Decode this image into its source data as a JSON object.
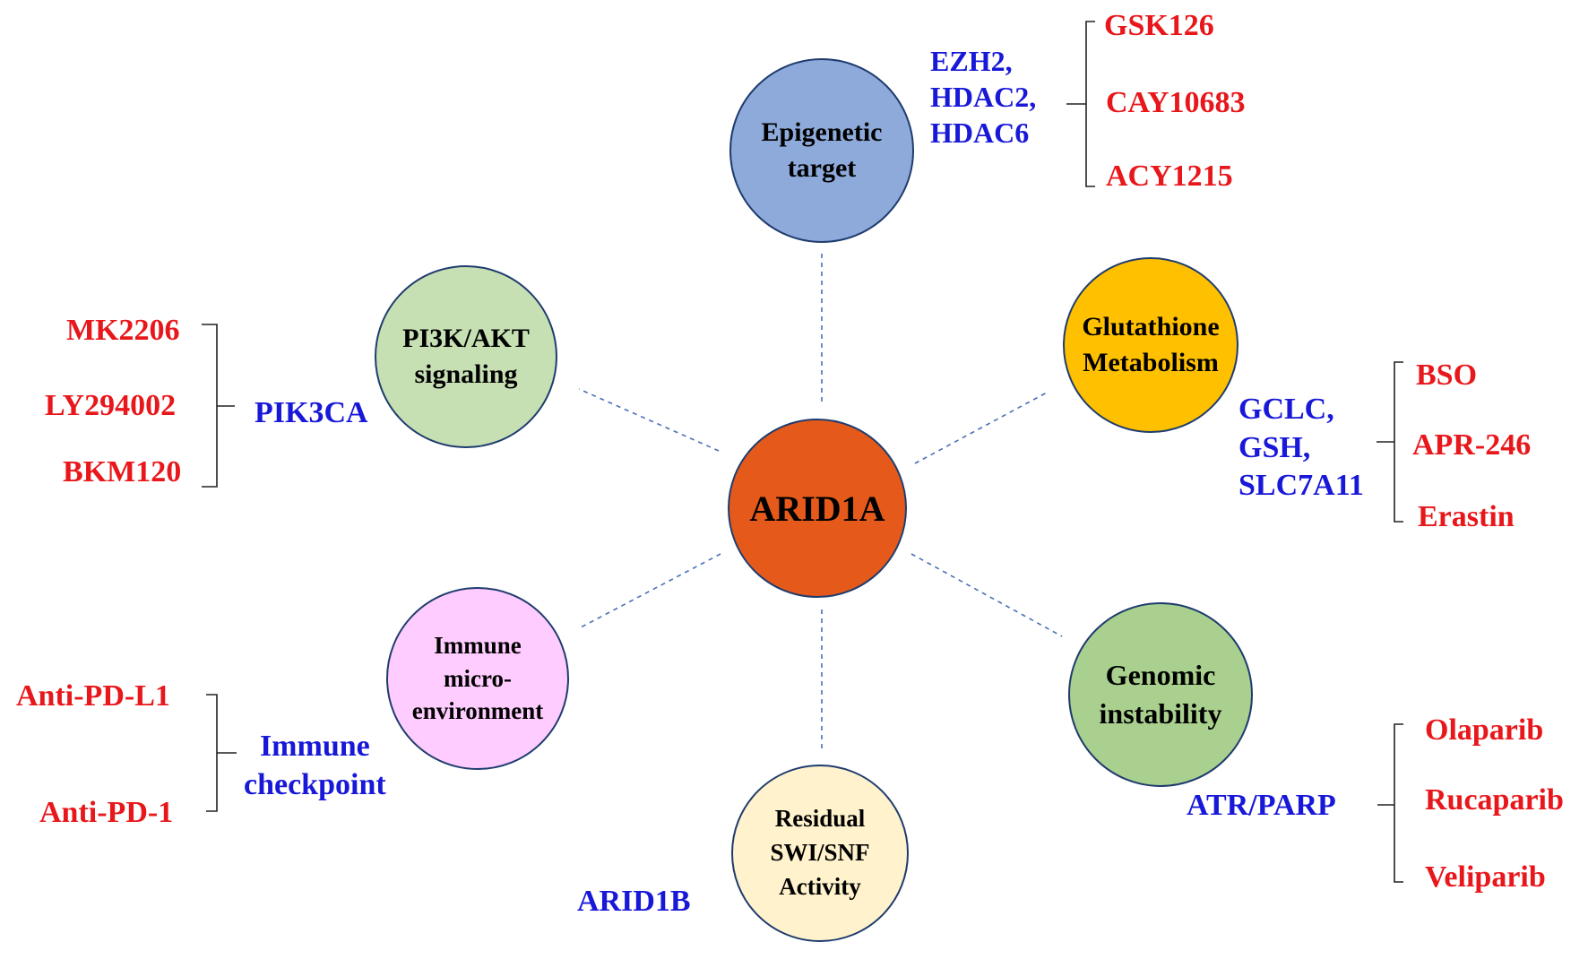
{
  "colors": {
    "target_text": "#1818d8",
    "drug_text": "#e8171b",
    "dashed_line": "#4a6fb5",
    "bracket": "#222222",
    "node_border": "#1f3c6e"
  },
  "center": {
    "label": "ARID1A",
    "fill": "#e55a1b"
  },
  "nodes": {
    "epigenetic": {
      "label": "Epigenetic\ntarget",
      "fill": "#8eaadb",
      "targets": "EZH2,\nHDAC2,\nHDAC6",
      "drugs": [
        "GSK126",
        "CAY10683",
        "ACY1215"
      ]
    },
    "glutathione": {
      "label": "Glutathione\nMetabolism",
      "fill": "#ffc000",
      "targets": "GCLC,\nGSH,\nSLC7A11",
      "drugs": [
        "BSO",
        "APR-246",
        "Erastin"
      ]
    },
    "genomic": {
      "label": "Genomic\ninstability",
      "fill": "#a9d08e",
      "targets": "ATR/PARP",
      "drugs": [
        "Olaparib",
        "Rucaparib",
        "Veliparib"
      ]
    },
    "residual": {
      "label": "Residual\nSWI/SNF\nActivity",
      "fill": "#fff2cc",
      "targets": "ARID1B"
    },
    "immune": {
      "label": "Immune\nmicro-\nenvironment",
      "fill": "#ffccff",
      "targets": "Immune\ncheckpoint",
      "drugs": [
        "Anti-PD-L1",
        "Anti-PD-1"
      ]
    },
    "pi3k": {
      "label": "PI3K/AKT\nsignaling",
      "fill": "#c6e0b4",
      "targets": "PIK3CA",
      "drugs": [
        "MK2206",
        "LY294002",
        "BKM120"
      ]
    }
  }
}
